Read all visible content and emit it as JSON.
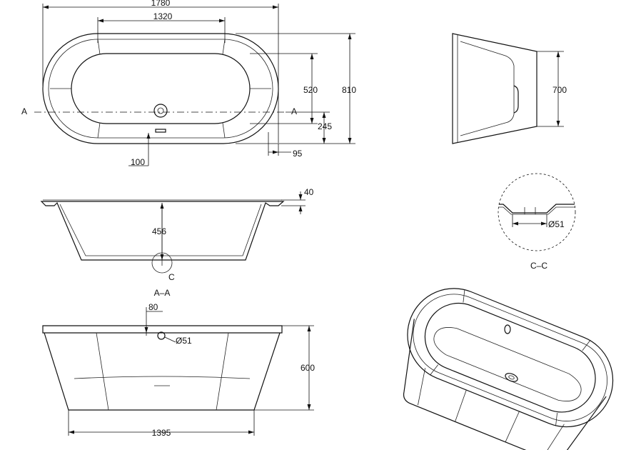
{
  "top_view": {
    "dim_overall_length": "1780",
    "dim_inner_length": "1320",
    "dim_inner_width": "520",
    "dim_overall_width": "810",
    "dim_waste_offset": "245",
    "dim_rim_right": "95",
    "dim_overflow": "100",
    "section_mark_left": "A",
    "section_mark_right": "A"
  },
  "side_view": {
    "dim_height": "700"
  },
  "section_aa": {
    "dim_rim": "40",
    "dim_depth": "456",
    "detail_mark": "C",
    "label": "A–A"
  },
  "detail_cc": {
    "dim_waste": "Ø51",
    "label": "C–C"
  },
  "front_view": {
    "dim_waste_offset": "80",
    "dim_waste": "Ø51",
    "dim_height": "600",
    "dim_base_length": "1395"
  },
  "colors": {
    "line": "#111111",
    "background": "#ffffff"
  }
}
